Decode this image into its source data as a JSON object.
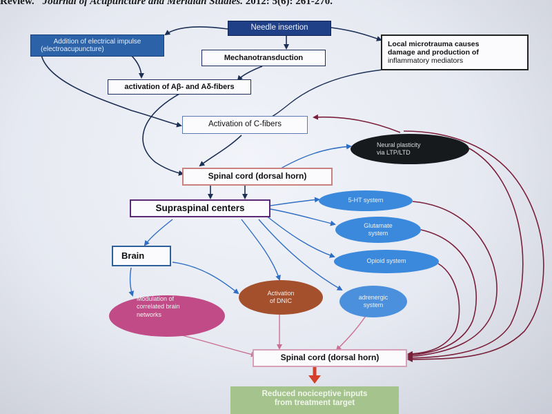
{
  "citation": {
    "prefix": "Review.\"",
    "journal": " Journal of Acupuncture and Meridian Studies.",
    "details": "  2012: 5(6): 261-270."
  },
  "nodes": {
    "needle_insertion": "Needle insertion",
    "electrical_impulse_line1": "Addition of electrical impulse",
    "electrical_impulse_line2": "(electroacupuncture)",
    "mechanotransduction": "Mechanotransduction",
    "local_microtrauma_line1": "Local microtrauma causes",
    "local_microtrauma_line2": "damage and production of",
    "local_microtrauma_line3": "inflammatory mediators",
    "activation_ab_ad": "activation of Aβ- and Aδ-fibers",
    "activation_c_fibers": "Activation of C-fibers",
    "neural_plasticity_line1": "Neural plasticity",
    "neural_plasticity_line2": "via LTP/LTD",
    "spinal_cord_top": "Spinal cord (dorsal horn)",
    "supraspinal_centers": "Supraspinal centers",
    "ht_system": "5-HT system",
    "glutamate_line1": "Glutamate",
    "glutamate_line2": "system",
    "opioid_system": "Opioid system",
    "brain": "Brain",
    "activation_dnic_line1": "Activation",
    "activation_dnic_line2": "of DNIC",
    "adrenergic_line1": "adrenergic",
    "adrenergic_line2": "system",
    "modulation_line1": "Modulation of",
    "modulation_line2": "correlated brain",
    "modulation_line3": "networks",
    "spinal_cord_bottom": "Spinal cord (dorsal horn)",
    "reduced_inputs_line1": "Reduced nociceptive inputs",
    "reduced_inputs_line2": "from treatment target"
  },
  "colors": {
    "needle_fill": "#1f3f86",
    "electrical_fill": "#2c62a8",
    "spinal_border": "#c98080",
    "supraspinal_border": "#5a2a78",
    "brain_border": "#2d5f9a",
    "plasticity_fill": "#161a1c",
    "blue_ellipse_fill": "#3b89dc",
    "dnic_fill": "#a5502c",
    "adrenergic_fill": "#4b90dc",
    "modulation_fill": "#c04b86",
    "reduced_fill": "#a5c48d",
    "reduced_text": "#f1f6ec",
    "arrow_dark": "#1c2f55",
    "arrow_blue": "#2f6ec2",
    "arrow_red": "#7a1f3a",
    "arrow_pink": "#c96f92",
    "arrow_big": "#d5402a"
  }
}
